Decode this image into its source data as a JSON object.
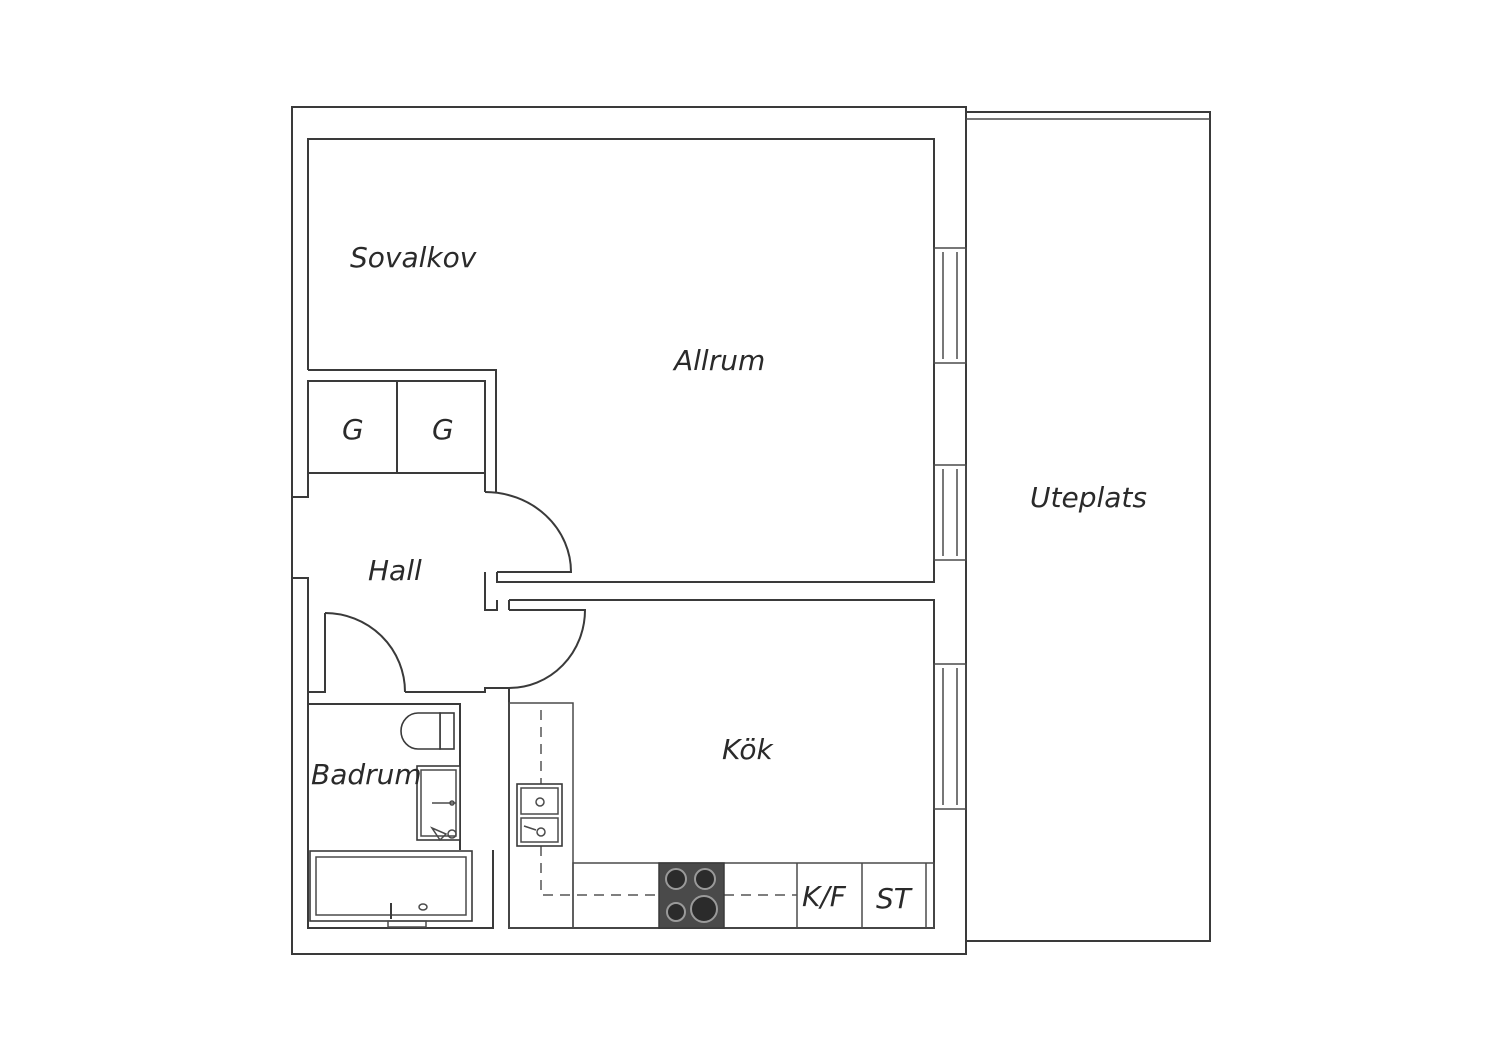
{
  "rooms": {
    "sovalkov": "Sovalkov",
    "allrum": "Allrum",
    "uteplats": "Uteplats",
    "hall": "Hall",
    "kok": "Kök",
    "badrum": "Badrum"
  },
  "closets": {
    "left": "G",
    "right": "G"
  },
  "appliances": {
    "fridge_freezer": "K/F",
    "storage": "ST"
  },
  "colors": {
    "wall": "#3a3a3a",
    "stove": "#4a4a4a",
    "background": "#ffffff"
  }
}
